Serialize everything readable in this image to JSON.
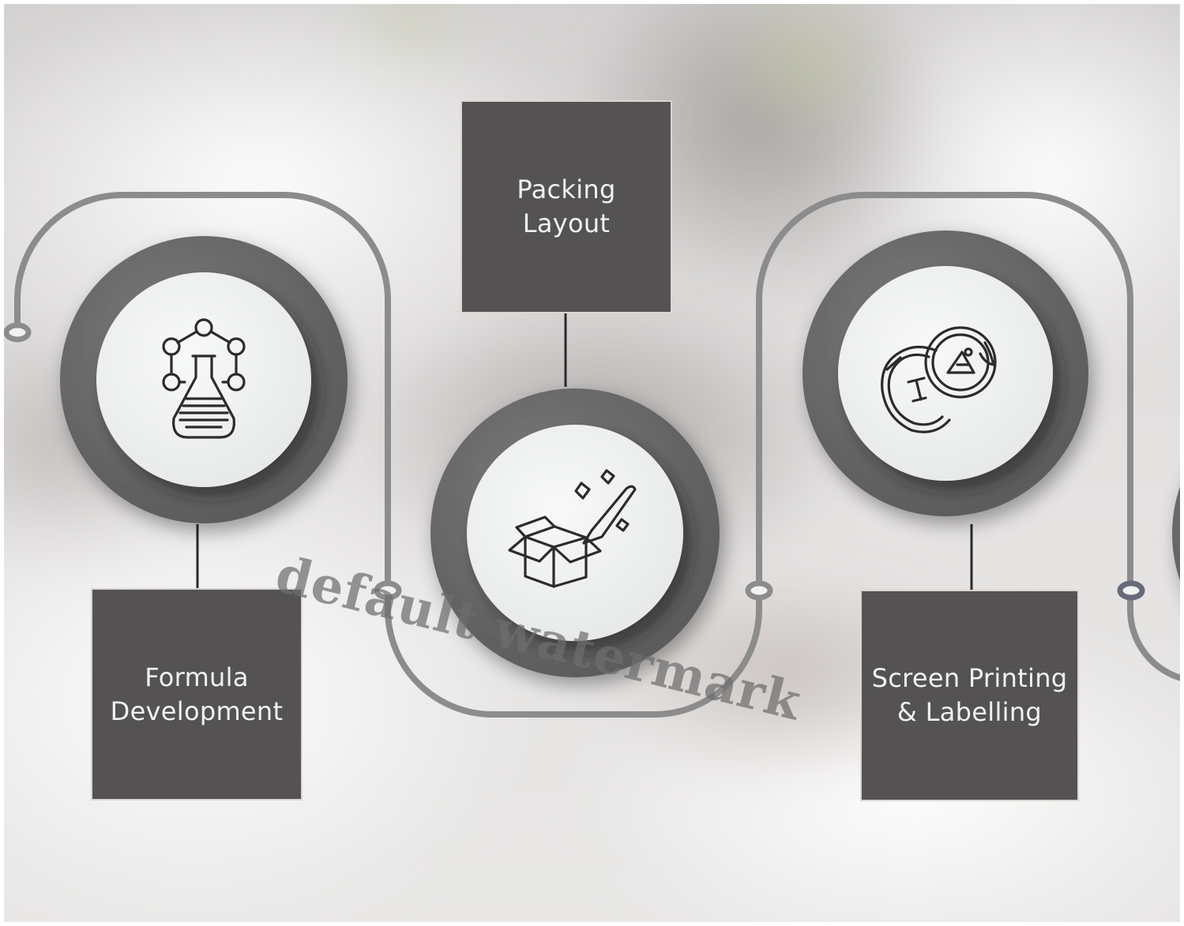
{
  "diagram": {
    "steps": [
      {
        "id": "formula",
        "icon": "flask-molecule-icon",
        "title_lines": [
          "Formula",
          "Development"
        ]
      },
      {
        "id": "packing",
        "icon": "box-magic-wand-icon",
        "title_lines": [
          "Packing",
          "Layout"
        ]
      },
      {
        "id": "screen",
        "icon": "sticker-labels-icon",
        "title_lines": [
          "Screen Printing",
          "& Labelling"
        ]
      }
    ],
    "colors": {
      "box": "#545252",
      "ring": "#6a6a6c",
      "disc": "#f1f2f2",
      "path": "#8c8c8c",
      "icon": "#2b2b2b"
    }
  },
  "watermark": "default watermark"
}
